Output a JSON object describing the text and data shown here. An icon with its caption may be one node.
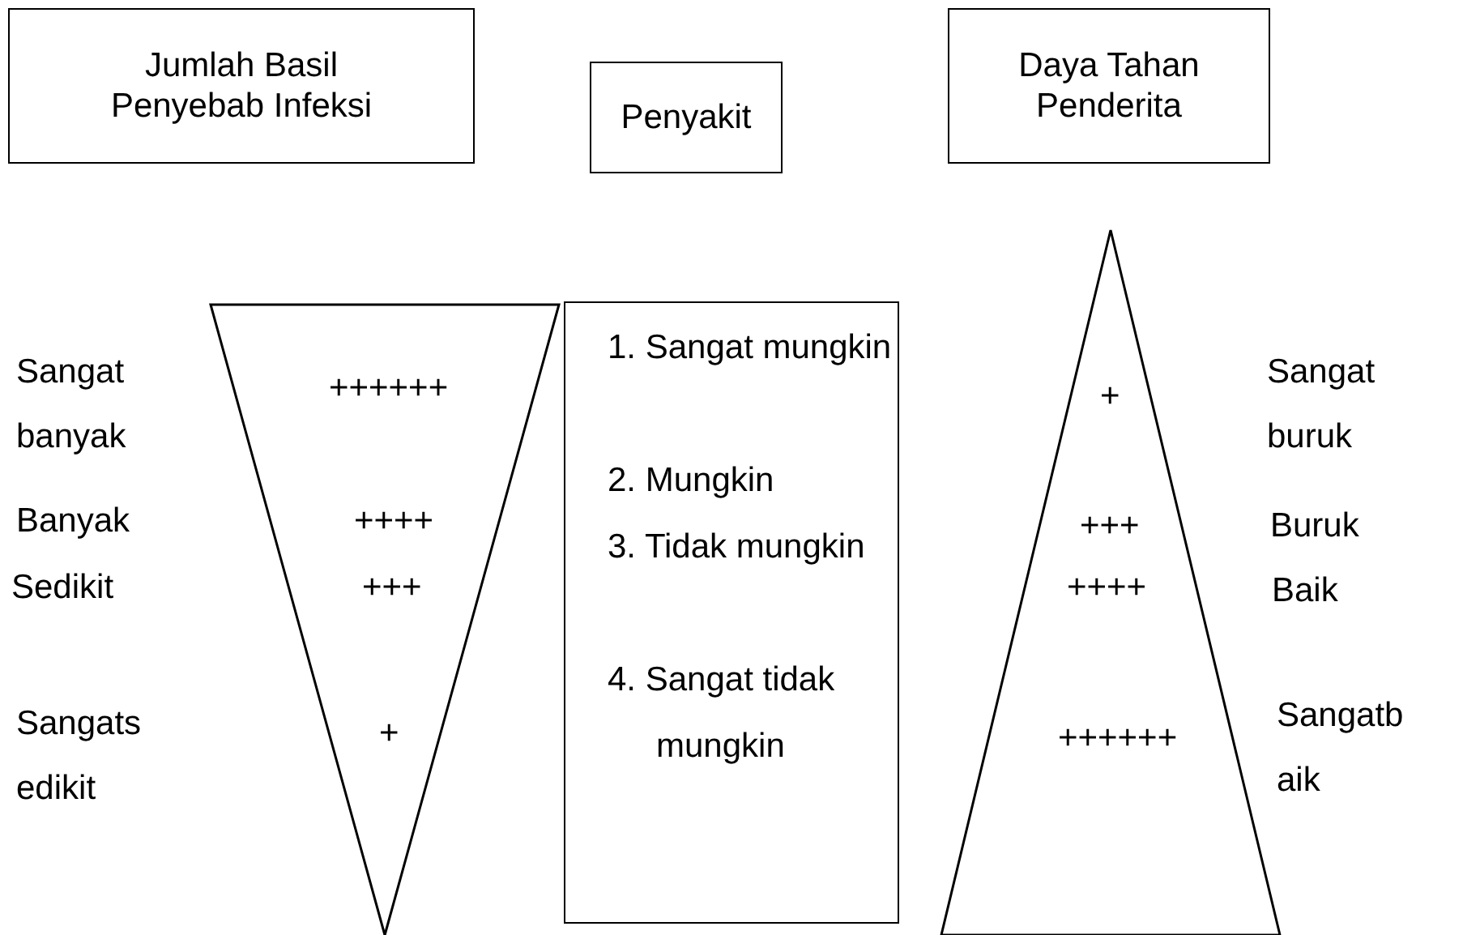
{
  "diagram": {
    "nodes": [
      {
        "text": [
          "Jumlah Basil Penyebab Infeksi"
        ]
      },
      {
        "text": [
          "Penyakit"
        ]
      },
      {
        "text": [
          "Daya Tahan Penderita"
        ]
      },
      {
        "text": [
          "++++++",
          "++++",
          "+++",
          "+"
        ],
        "beside": [
          "Sangat banyak",
          "Banyak",
          "Sedikit",
          "Sangats edikit"
        ]
      },
      {
        "text": [
          "1. Sangat mungkin",
          "2. Mungkin",
          "3. Tidak mungkin",
          "4. Sangat tidak mungkin"
        ]
      },
      {
        "text": [
          "+",
          "+++",
          "++++",
          "++++++"
        ],
        "beside": [
          "Sangat buruk",
          "Buruk",
          "Baik",
          "Sangatb aik"
        ]
      }
    ]
  }
}
